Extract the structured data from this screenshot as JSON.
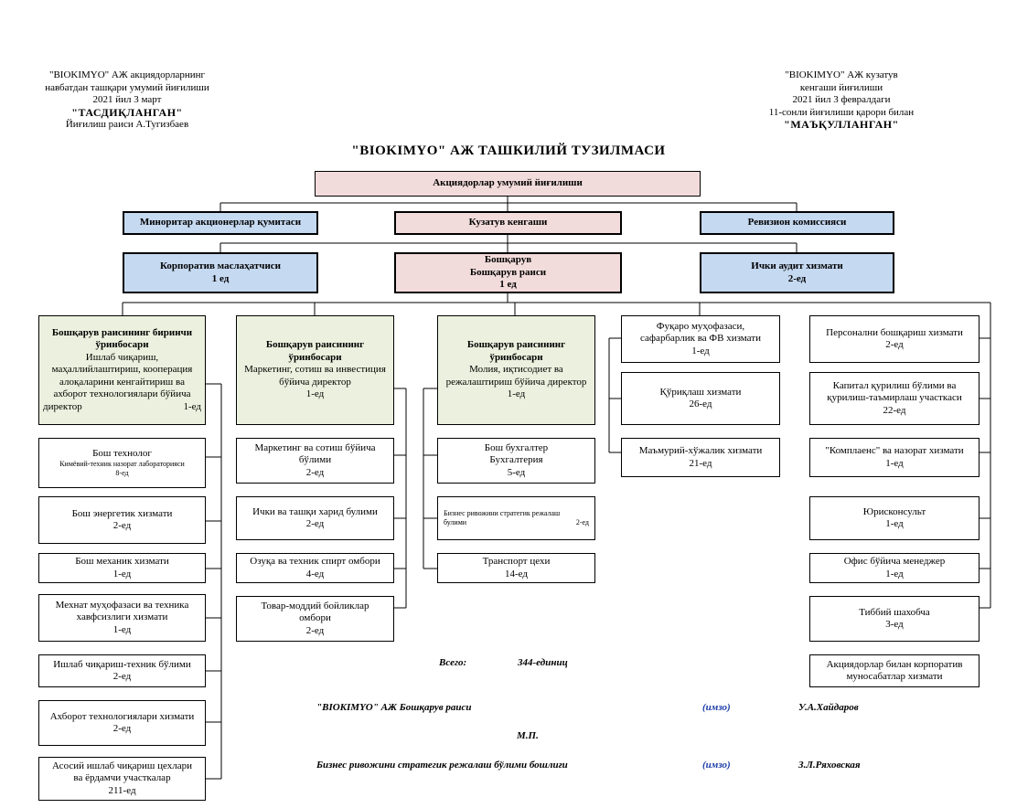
{
  "header_left": [
    "\"BIOKIMYO\" АЖ акциядорларнинг",
    "навбатдан ташқари умумий йиғилиши",
    "2021 йил 3 март",
    "\"ТАСДИҚЛАНГАН\"",
    "Йиғилиш раиси А.Тугизбаев"
  ],
  "header_right": [
    "\"BIOKIMYO\" АЖ кузатув",
    "кенгаши йиғилиши",
    "2021 йил 3 февралдаги",
    "11-сонли йиғилиши қарори билан",
    "\"МАЪҚУЛЛАНГАН\""
  ],
  "title": "\"BIOKIMYO\" АЖ ТАШКИЛИЙ ТУЗИЛМАСИ",
  "top": "Акциядорлар умумий йиғилиши",
  "level2": [
    "Миноритар акционерлар қумитаси",
    "Кузатув кенгаши",
    "Ревизион комиссияси"
  ],
  "level3": {
    "left": [
      "Корпоратив маслаҳатчиси",
      "1 ед"
    ],
    "center": [
      "Бошқарув",
      "Бошқарув раиси",
      "1 ед"
    ],
    "right": [
      "Ички аудит хизмати",
      "2-ед"
    ]
  },
  "deputies": {
    "d1": {
      "title": "Бошқарув раисининг биринчи ўринбосари",
      "body": "Ишлаб чиқариш, маҳаллийлаштириш, кооперация алоқаларини кенгайтириш ва ахборот технологиялари бўйича",
      "last": "директор",
      "count": "1-ед"
    },
    "d2": {
      "title": "Бошқарув раисининг ўринбосари",
      "body": "Маркетинг, сотиш ва инвестиция бўйича директор",
      "count": "1-ед"
    },
    "d3": {
      "title": "Бошқарув раисининг ўринбосари",
      "body": "Молия, иқтисодиет ва режалаштириш бўйича директор",
      "count": "1-ед"
    }
  },
  "col1": [
    [
      "Бош технолог",
      "Кимёвий-техник назорат лабораторияси",
      "8-ед"
    ],
    [
      "Бош энергетик хизмати",
      "2-ед"
    ],
    [
      "Бош механик хизмати",
      "1-ед"
    ],
    [
      "Мехнат муҳофазаси  ва  техника",
      "хавфсизлиги хизмати",
      "1-ед"
    ],
    [
      "Ишлаб чиқариш-техник бўлими",
      "2-ед"
    ],
    [
      "Ахборот технологиялари  хизмати",
      "2-ед"
    ],
    [
      "Асосий ишлаб чиқариш цехлари",
      "ва ёрдамчи участкалар",
      "211-ед"
    ]
  ],
  "col2": [
    [
      "Маркетинг ва сотиш бўйича",
      "бўлими",
      "2-ед"
    ],
    [
      "Ички ва ташқи харид булими",
      "2-ед"
    ],
    [
      "Озуқа ва техник спирт омбори",
      "4-ед"
    ],
    [
      "Товар-моддий бойликлар",
      "омбори",
      "2-ед"
    ]
  ],
  "col3": [
    [
      "Бош бухгалтер",
      "Бухгалтерия",
      "5-ед"
    ],
    [
      "Бизнес ривожини стратегик режалаш",
      "булими",
      "2-ед"
    ],
    [
      "Транспорт цехи",
      "14-ед"
    ]
  ],
  "col4": [
    [
      "Фуқаро муҳофазаси,",
      "сафарбарлик ва ФВ хизмати",
      "1-ед"
    ],
    [
      "Қўриқлаш хизмати",
      "26-ед"
    ],
    [
      "Маъмурий-хўжалик хизмати",
      "21-ед"
    ]
  ],
  "col5": [
    [
      "Персонални бошқариш  хизмати",
      "2-ед"
    ],
    [
      "Капитал қурилиш бўлими ва",
      "қурилиш-таъмирлаш участкаси",
      "22-ед"
    ],
    [
      "\"Комплаенс\" ва назорат хизмати",
      "1-ед"
    ],
    [
      "Юрисконсульт",
      "1-ед"
    ],
    [
      "Офис  бўйича менеджер",
      "1-ед"
    ],
    [
      "Тиббий шахобча",
      "3-ед"
    ],
    [
      "Акциядорлар билан корпоратив",
      "муносабатлар хизмати"
    ]
  ],
  "footer": {
    "total_label": "Всего:",
    "total_value": "344-единиц",
    "sign1_role": "\"BIOKIMYO\" АЖ Бошқарув раиси",
    "sign_mark": "(имзо)",
    "sign1_name": "У.А.Хайдаров",
    "stamp": "М.П.",
    "sign2_role": "Бизнес ривожини стратегик режалаш бўлими бошлиғи",
    "sign2_name": "З.Л.Ряховская"
  }
}
